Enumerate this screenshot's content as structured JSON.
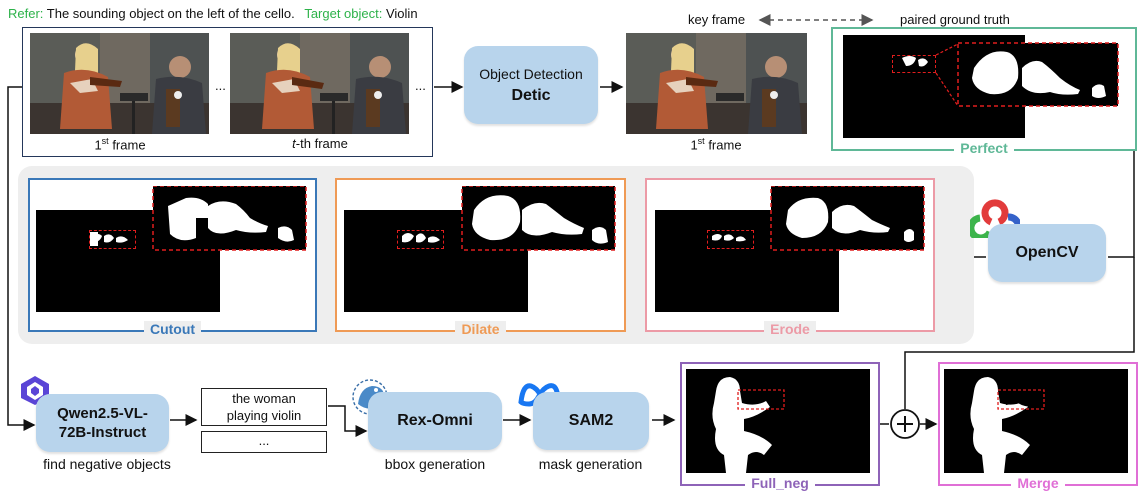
{
  "header": {
    "refer_label": "Refer:",
    "refer_text": "The sounding object on the left of the cello.",
    "target_label": "Target object:",
    "target_text": "Violin"
  },
  "frames": {
    "first_base": "1",
    "first_sup": "st",
    "first_suffix": "frame",
    "t_italic": "t",
    "t_suffix": "-th frame",
    "ellipsis_a": "...",
    "ellipsis_b": "..."
  },
  "detection": {
    "title": "Object Detection",
    "name": "Detic"
  },
  "keyframe": {
    "key_frame_label": "key frame",
    "paired_label": "paired ground truth",
    "caption_base": "1",
    "caption_sup": "st",
    "caption_suffix": "frame"
  },
  "perfect": {
    "label": "Perfect",
    "color": "#5fb897"
  },
  "variants": [
    {
      "label": "Cutout",
      "color": "#3a78b8"
    },
    {
      "label": "Dilate",
      "color": "#ef9a55"
    },
    {
      "label": "Erode",
      "color": "#ec9aa6"
    }
  ],
  "opencv": {
    "name": "OpenCV"
  },
  "pipeline": {
    "qwen": "Qwen2.5-VL-72B-Instruct",
    "qwen_line1": "Qwen2.5-VL-",
    "qwen_line2": "72B-Instruct",
    "qwen_caption": "find negative objects",
    "neg_text_line1": "the woman",
    "neg_text_line2": "playing violin",
    "neg_more": "...",
    "rex": "Rex-Omni",
    "rex_caption": "bbox generation",
    "sam": "SAM2",
    "sam_caption": "mask generation"
  },
  "full_neg": {
    "label": "Full_neg",
    "color": "#8e63b8"
  },
  "merge": {
    "label": "Merge",
    "color": "#e06fd6",
    "plus_symbol": "+"
  }
}
